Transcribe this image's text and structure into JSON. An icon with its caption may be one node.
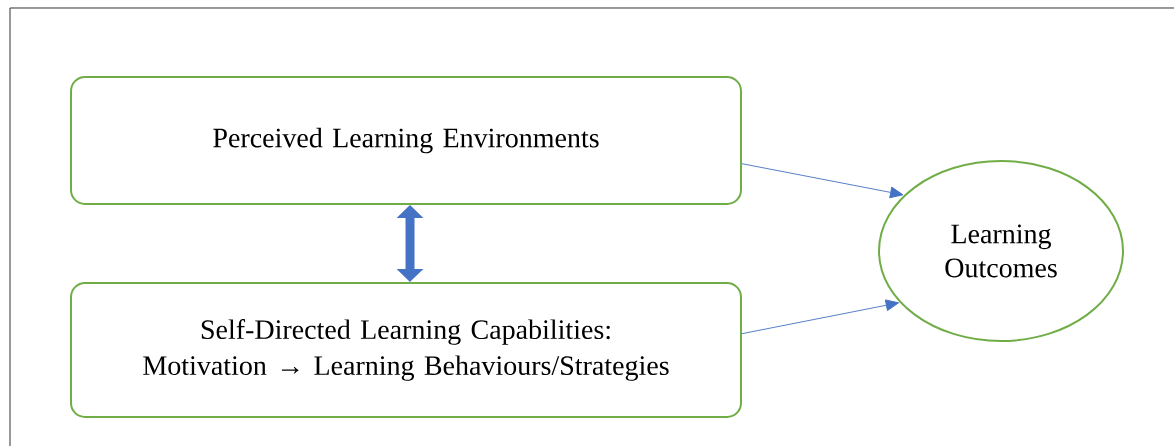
{
  "diagram": {
    "nodes": [
      {
        "text": [
          "Perceived Learning Environments"
        ]
      },
      {
        "text": [
          "Self-Directed Learning Capabilities:",
          "Motivation **→** Learning Behaviours/Strategies"
        ]
      },
      {
        "text": [
          "Learning Outcomes"
        ]
      }
    ],
    "edges": [
      {
        "from": 0,
        "to": 1,
        "arrow": "both",
        "style": "thick"
      },
      {
        "from": 0,
        "to": 2,
        "arrow": "to"
      },
      {
        "from": 1,
        "to": 2,
        "arrow": "to"
      }
    ]
  }
}
